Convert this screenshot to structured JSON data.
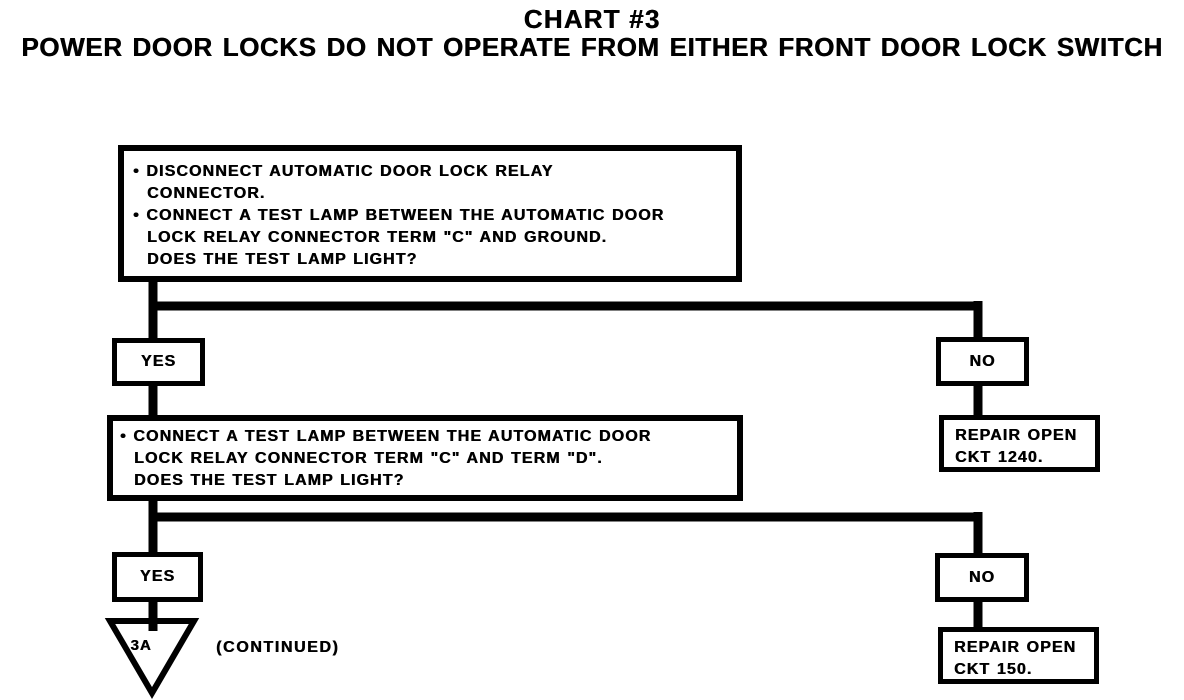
{
  "title": {
    "chart_number": "CHART #3",
    "subtitle": "POWER DOOR LOCKS DO NOT OPERATE FROM EITHER FRONT DOOR LOCK SWITCH"
  },
  "nodes": {
    "step1": {
      "lines": [
        "• DISCONNECT AUTOMATIC DOOR LOCK RELAY",
        "CONNECTOR.",
        "• CONNECT A TEST LAMP BETWEEN THE AUTOMATIC DOOR",
        "LOCK RELAY CONNECTOR TERM \"C\" AND GROUND.",
        "DOES THE TEST LAMP LIGHT?"
      ]
    },
    "yes1": {
      "label": "YES"
    },
    "no1": {
      "label": "NO"
    },
    "repair_ckt_1240": {
      "lines": [
        "REPAIR OPEN",
        "CKT 1240."
      ]
    },
    "step2": {
      "lines": [
        "• CONNECT A TEST LAMP BETWEEN THE AUTOMATIC DOOR",
        "LOCK RELAY CONNECTOR TERM \"C\" AND TERM \"D\".",
        "DOES THE TEST LAMP LIGHT?"
      ]
    },
    "yes2": {
      "label": "YES"
    },
    "no2": {
      "label": "NO"
    },
    "repair_ckt_150": {
      "lines": [
        "REPAIR OPEN",
        "CKT 150."
      ]
    },
    "continuation": {
      "label": "3A",
      "note": "(CONTINUED)"
    }
  },
  "colors": {
    "ink": "#000000",
    "paper": "#ffffff"
  }
}
